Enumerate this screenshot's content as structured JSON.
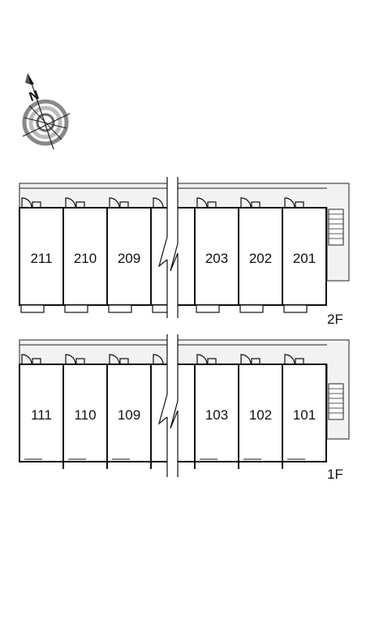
{
  "compass": {
    "north_letter": "N",
    "icon": "compass-rose-icon"
  },
  "floors": [
    {
      "label": "2F",
      "units": [
        "211",
        "210",
        "209",
        "",
        "203",
        "202",
        "201"
      ]
    },
    {
      "label": "1F",
      "units": [
        "111",
        "110",
        "109",
        "",
        "103",
        "102",
        "101"
      ]
    }
  ]
}
